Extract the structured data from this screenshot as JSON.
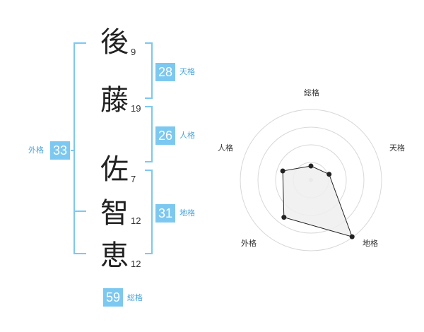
{
  "name_chars": [
    {
      "char": "後",
      "strokes": "9"
    },
    {
      "char": "藤",
      "strokes": "19"
    },
    {
      "char": "佐",
      "strokes": "7"
    },
    {
      "char": "智",
      "strokes": "12"
    },
    {
      "char": "恵",
      "strokes": "12"
    }
  ],
  "scores": {
    "tenkaku": {
      "value": "28",
      "label": "天格"
    },
    "jinkaku": {
      "value": "26",
      "label": "人格"
    },
    "chikaku": {
      "value": "31",
      "label": "地格"
    },
    "gaikaku": {
      "value": "33",
      "label": "外格"
    },
    "soukaku": {
      "value": "59",
      "label": "総格"
    }
  },
  "colors": {
    "accent": "#7cc8f0",
    "accent_text": "#4aa6dc",
    "radar_fill": "#eeeeee",
    "radar_line": "#222222",
    "grid": "#d8d8d8"
  },
  "chart_data": {
    "type": "radar",
    "axes": [
      "総格",
      "天格",
      "地格",
      "外格",
      "人格"
    ],
    "values": [
      0.2,
      0.27,
      0.99,
      0.65,
      0.42
    ],
    "range": [
      0,
      1
    ],
    "grid_rings": 4,
    "grid": true
  }
}
